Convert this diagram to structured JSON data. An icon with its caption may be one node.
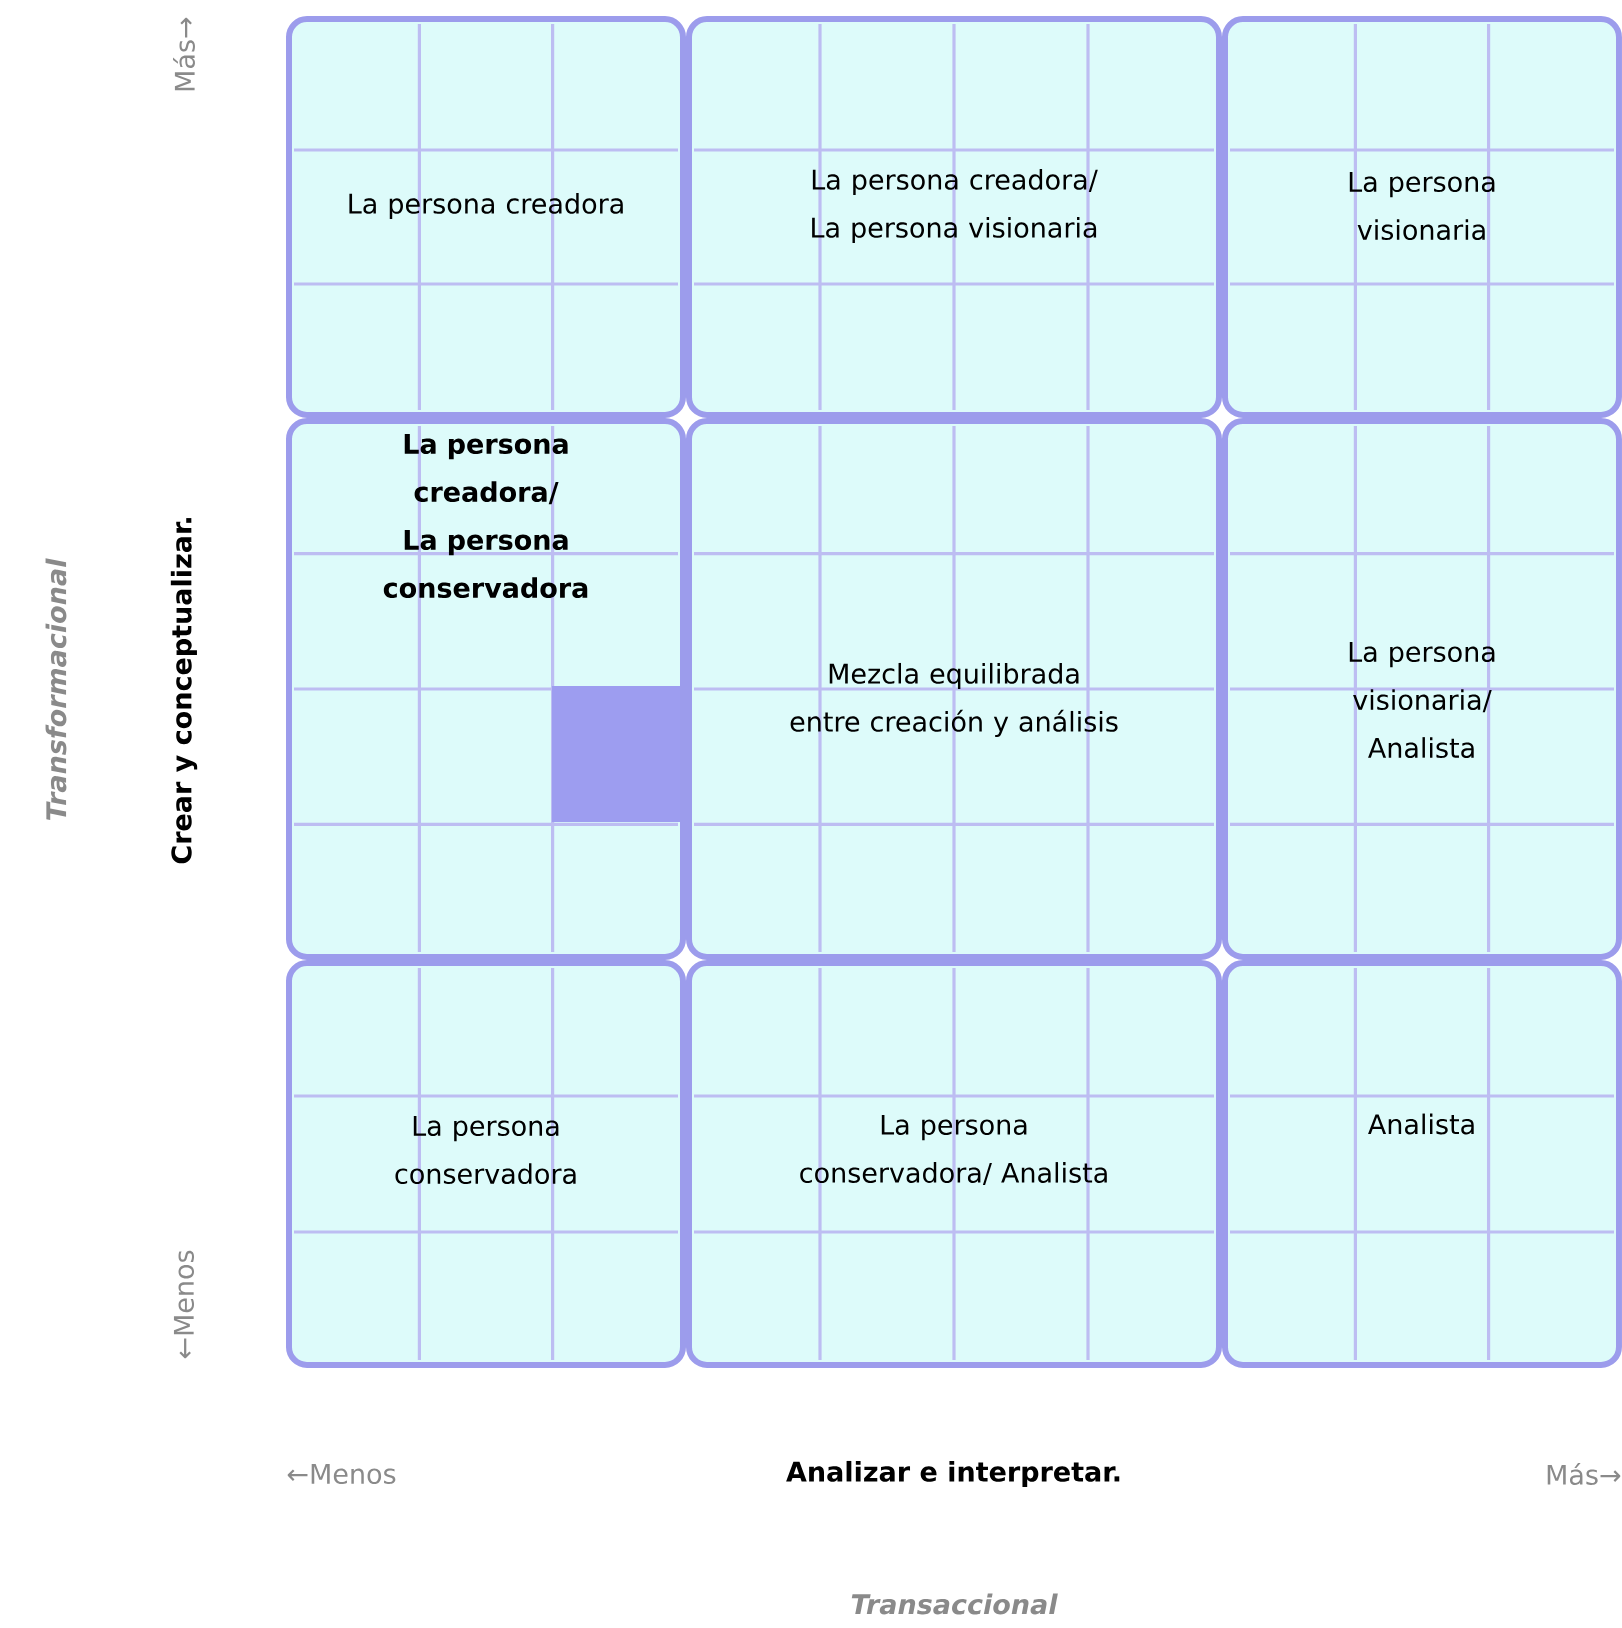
{
  "diagram": {
    "nodes": [
      {
        "text": [
          "La persona creadora"
        ]
      },
      {
        "text": [
          "La persona creadora/ La persona visionaria"
        ]
      },
      {
        "text": [
          "La persona visionaria"
        ]
      },
      {
        "text": [
          "La persona creadora/ La persona conservadora"
        ]
      },
      {
        "text": [
          "Mezcla equilibrada entre creación y análisis"
        ]
      },
      {
        "text": [
          "La persona visionaria/ Analista"
        ]
      },
      {
        "text": [
          "La persona conservadora"
        ]
      },
      {
        "text": [
          "La persona conservadora/ Analista"
        ]
      },
      {
        "text": [
          "Analista"
        ]
      }
    ],
    "labels": [
      "Transformacional",
      "Más→",
      "Crear y conceptualizar.",
      "←Menos",
      "←Menos",
      "Analizar e interpretar.",
      "Más→",
      "Transaccional"
    ]
  }
}
